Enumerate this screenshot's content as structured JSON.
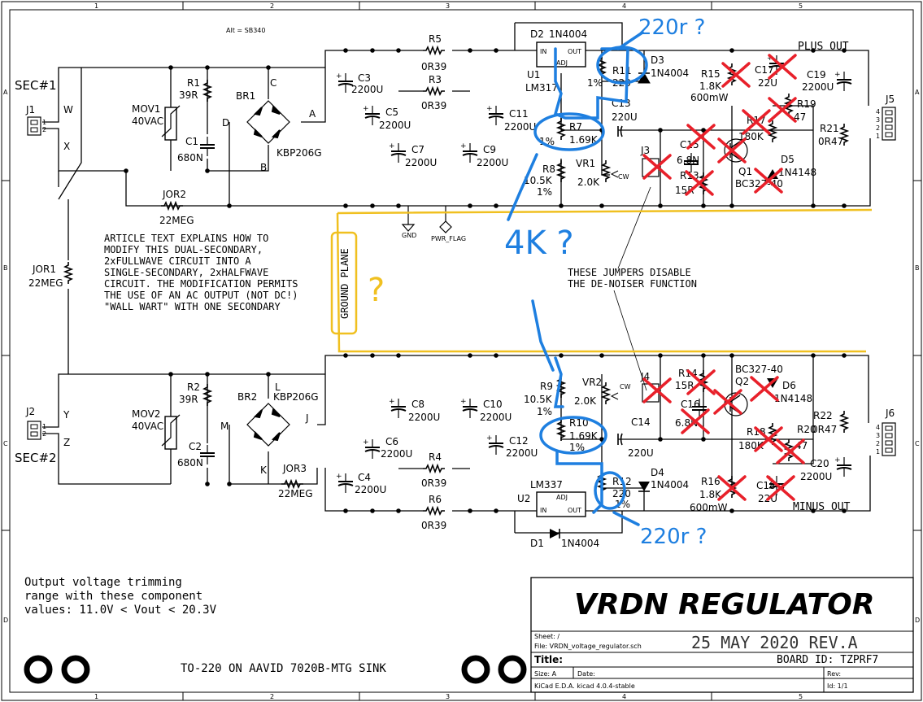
{
  "frame": {
    "columns": [
      "1",
      "2",
      "3",
      "4",
      "5"
    ],
    "rows": [
      "A",
      "B",
      "C",
      "D"
    ]
  },
  "note_alt": "Alt = SB340",
  "secondaries": {
    "sec1": "SEC#1",
    "sec2": "SEC#2"
  },
  "pins": {
    "w": "W",
    "x": "X",
    "y": "Y",
    "z": "Z",
    "c": "C",
    "d": "D",
    "a": "A",
    "b": "B",
    "l": "L",
    "m": "M",
    "j": "J",
    "k": "K"
  },
  "connectors": {
    "j1": "J1",
    "j2": "J2",
    "j5": "J5",
    "j6": "J6",
    "j3": "J3",
    "j4": "J4",
    "pin1": "1",
    "pin2": "2",
    "pin3": "3",
    "pin4": "4"
  },
  "components": {
    "mov1": [
      "MOV1",
      "40VAC"
    ],
    "mov2": [
      "MOV2",
      "40VAC"
    ],
    "r1": [
      "R1",
      "39R"
    ],
    "r2": [
      "R2",
      "39R"
    ],
    "c1": [
      "C1",
      "680N"
    ],
    "c2": [
      "C2",
      "680N"
    ],
    "br1": [
      "BR1",
      "KBP206G"
    ],
    "br2": [
      "BR2",
      "KBP206G"
    ],
    "jor1": [
      "JOR1",
      "22MEG"
    ],
    "jor2": [
      "JOR2",
      "22MEG"
    ],
    "jor3": [
      "JOR3",
      "22MEG"
    ],
    "c3": [
      "C3",
      "2200U"
    ],
    "c4": [
      "C4",
      "2200U"
    ],
    "c5": [
      "C5",
      "2200U"
    ],
    "c6": [
      "C6",
      "2200U"
    ],
    "c7": [
      "C7",
      "2200U"
    ],
    "c8": [
      "C8",
      "2200U"
    ],
    "c9": [
      "C9",
      "2200U"
    ],
    "c10": [
      "C10",
      "2200U"
    ],
    "c11": [
      "C11",
      "2200U"
    ],
    "c12": [
      "C12",
      "2200U"
    ],
    "r3": [
      "R3",
      "0R39"
    ],
    "r4": [
      "R4",
      "0R39"
    ],
    "r5": [
      "R5",
      "0R39"
    ],
    "r6": [
      "R6",
      "0R39"
    ],
    "d1": [
      "D1",
      "1N4004"
    ],
    "d2": [
      "D2",
      "1N4004"
    ],
    "d3": [
      "D3",
      "1N4004"
    ],
    "d4": [
      "D4",
      "1N4004"
    ],
    "u1": [
      "U1",
      "LM317"
    ],
    "u2": [
      "U2",
      "LM337"
    ],
    "r7": [
      "R7",
      "1%",
      "1.69K"
    ],
    "r10": [
      "R10",
      "1.69K",
      "1%"
    ],
    "r8": [
      "R8",
      "10.5K",
      "1%"
    ],
    "r9": [
      "R9",
      "10.5K",
      "1%"
    ],
    "r11": [
      "R11",
      "220",
      "1%"
    ],
    "r12": [
      "R12",
      "220",
      "1%"
    ],
    "vr1": [
      "VR1",
      "2.0K",
      "CW"
    ],
    "vr2": [
      "VR2",
      "2.0K",
      "CW"
    ],
    "c13": [
      "C13",
      "220U"
    ],
    "c14": [
      "C14",
      "220U"
    ],
    "r13": [
      "R13",
      "15R"
    ],
    "r14": [
      "R14",
      "15R"
    ],
    "c15": [
      "C15",
      "6.8N"
    ],
    "c16": [
      "C16",
      "6.8N"
    ],
    "r15": [
      "R15",
      "1.8K",
      "600mW"
    ],
    "r16": [
      "R16",
      "1.8K",
      "600mW"
    ],
    "r17": [
      "R17",
      "180K"
    ],
    "r18": [
      "R18",
      "180K"
    ],
    "r19": [
      "R19",
      "47"
    ],
    "r20": [
      "R20",
      "47"
    ],
    "c17": [
      "C17",
      "22U"
    ],
    "c18": [
      "C18",
      "22U"
    ],
    "c19": [
      "C19",
      "2200U"
    ],
    "c20": [
      "C20",
      "2200U"
    ],
    "r21": [
      "R21",
      "0R47"
    ],
    "r22": [
      "R22",
      "0R47"
    ],
    "q1": [
      "Q1",
      "BC327-40"
    ],
    "q2": [
      "Q2",
      "BC327-40"
    ],
    "d5": [
      "D5",
      "1N4148"
    ],
    "d6": [
      "D6",
      "1N4148"
    ],
    "reg_in": "IN",
    "reg_out": "OUT",
    "reg_adj": "ADJ"
  },
  "power": {
    "gnd": "GND",
    "pwr_flag": "PWR_FLAG"
  },
  "outputs": {
    "plus": "PLUS OUT",
    "minus": "MINUS OUT"
  },
  "notes": {
    "article": [
      "ARTICLE TEXT EXPLAINS HOW TO",
      "MODIFY THIS DUAL-SECONDARY,",
      "2xFULLWAVE CIRCUIT INTO A",
      "SINGLE-SECONDARY, 2xHALFWAVE",
      "CIRCUIT.  THE MODIFICATION PERMITS",
      "THE USE OF AN AC OUTPUT (NOT DC!)",
      "\"WALL WART\" WITH ONE SECONDARY"
    ],
    "jumpers": [
      "THESE JUMPERS DISABLE",
      "THE DE-NOISER FUNCTION"
    ],
    "trim": [
      "Output voltage trimming",
      "range with these component",
      "values:  11.0V < Vout < 20.3V"
    ],
    "heatsink": "TO-220 ON AAVID 7020B-MTG SINK"
  },
  "annotations": {
    "ground_plane": "GROUND PLANE",
    "question": "?",
    "r11_guess": "220r ?",
    "r12_guess": "220r ?",
    "r7_guess": "4K ?",
    "handwriting_color": "#1e7fe0",
    "cross_color": "#e8202a",
    "highlight_color": "#f0c020"
  },
  "title_block": {
    "sheet_label": "Sheet: /",
    "file_label": "File: VRDN_voltage_regulator.sch",
    "title_label": "Title:",
    "title": "VRDN  REGULATOR",
    "date_hand": "25 MAY 2020  REV.A",
    "board_id": "BOARD ID: TZPRF7",
    "size_label": "Size: A",
    "date_label": "Date:",
    "rev_label": "Rev:",
    "eda_label": "KiCad E.D.A.  kicad 4.0.4-stable",
    "id_label": "Id: 1/1"
  }
}
